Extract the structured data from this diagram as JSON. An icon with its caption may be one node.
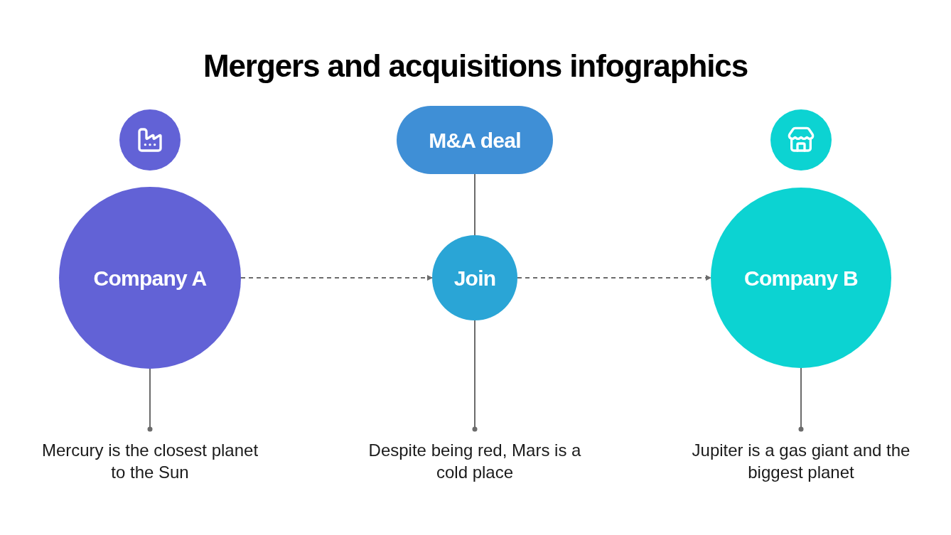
{
  "diagram": {
    "title": "Mergers and acquisitions infographics",
    "nodes": [
      {
        "text": [
          "M&A deal"
        ]
      },
      {
        "text": [
          "Company A"
        ]
      },
      {
        "text": [
          "Join"
        ]
      },
      {
        "text": [
          "Company B"
        ]
      },
      {
        "text": [
          "Mercury is the closest planet to the Sun"
        ]
      },
      {
        "text": [
          "Despite being red, Mars is a cold place"
        ]
      },
      {
        "text": [
          "Jupiter is a gas giant and the biggest planet"
        ]
      }
    ],
    "edges": [
      {
        "from": 0,
        "to": 2,
        "arrow": "none"
      },
      {
        "from": 1,
        "to": 2,
        "arrow": "to",
        "style": "dashed"
      },
      {
        "from": 2,
        "to": 3,
        "arrow": "to",
        "style": "dashed"
      },
      {
        "from": 1,
        "to": 4,
        "arrow": "other"
      },
      {
        "from": 2,
        "to": 5,
        "arrow": "other"
      },
      {
        "from": 3,
        "to": 6,
        "arrow": "other"
      }
    ]
  }
}
